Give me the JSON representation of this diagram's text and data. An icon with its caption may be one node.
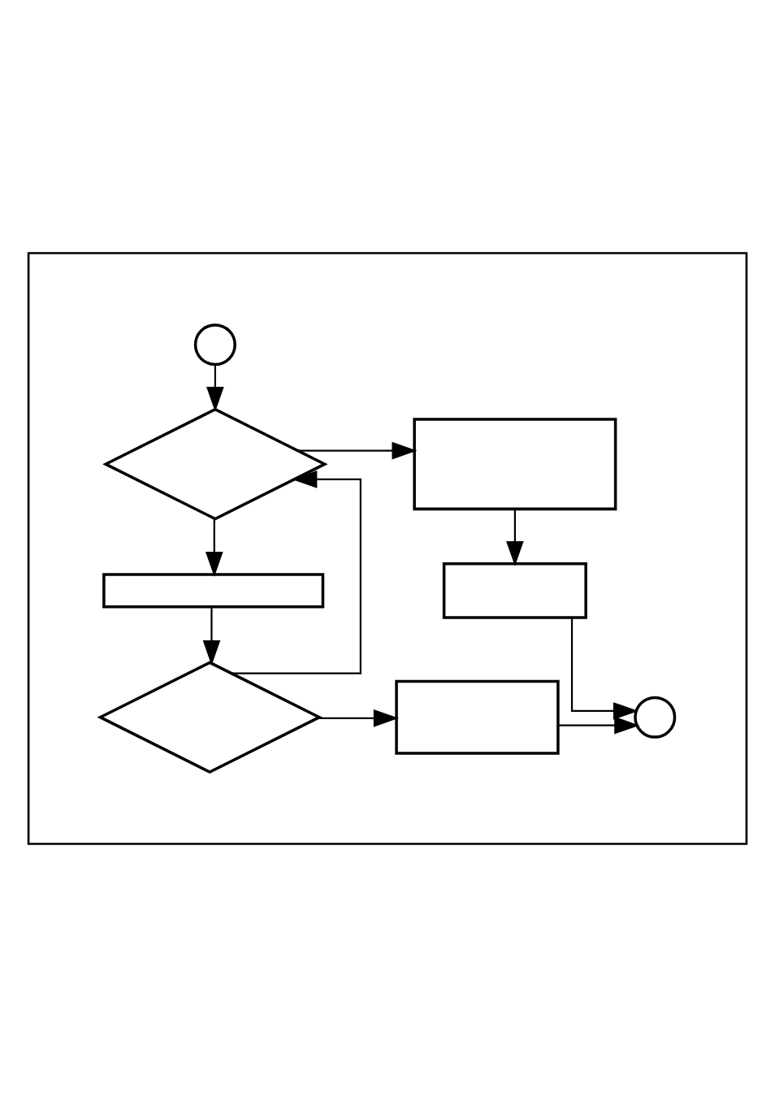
{
  "diagram": {
    "nodes": [
      {
        "text": [],
        "shape": "box"
      },
      {
        "text": [],
        "shape": "circle",
        "in": 0
      },
      {
        "text": [],
        "shape": "diamond",
        "in": 0
      },
      {
        "text": [],
        "shape": "box",
        "in": 0
      },
      {
        "text": [],
        "shape": "box",
        "in": 0
      },
      {
        "text": [],
        "shape": "bar",
        "in": 0
      },
      {
        "text": [],
        "shape": "diamond",
        "in": 0
      },
      {
        "text": [],
        "shape": "box",
        "in": 0
      },
      {
        "text": [],
        "shape": "circle",
        "in": 0
      }
    ],
    "edges": [
      {
        "from": 1,
        "to": 2,
        "arrow": "to"
      },
      {
        "from": 6,
        "to": 2,
        "arrow": "to"
      },
      {
        "from": 2,
        "to": 3,
        "arrow": "to"
      },
      {
        "from": 3,
        "to": 4,
        "arrow": "to"
      },
      {
        "from": 2,
        "to": 5,
        "arrow": "to"
      },
      {
        "from": 5,
        "to": 6,
        "arrow": "to"
      },
      {
        "from": 6,
        "to": 7,
        "arrow": "to"
      },
      {
        "from": 7,
        "to": 8,
        "arrow": "to"
      },
      {
        "from": 4,
        "to": 8,
        "arrow": "to"
      }
    ]
  }
}
